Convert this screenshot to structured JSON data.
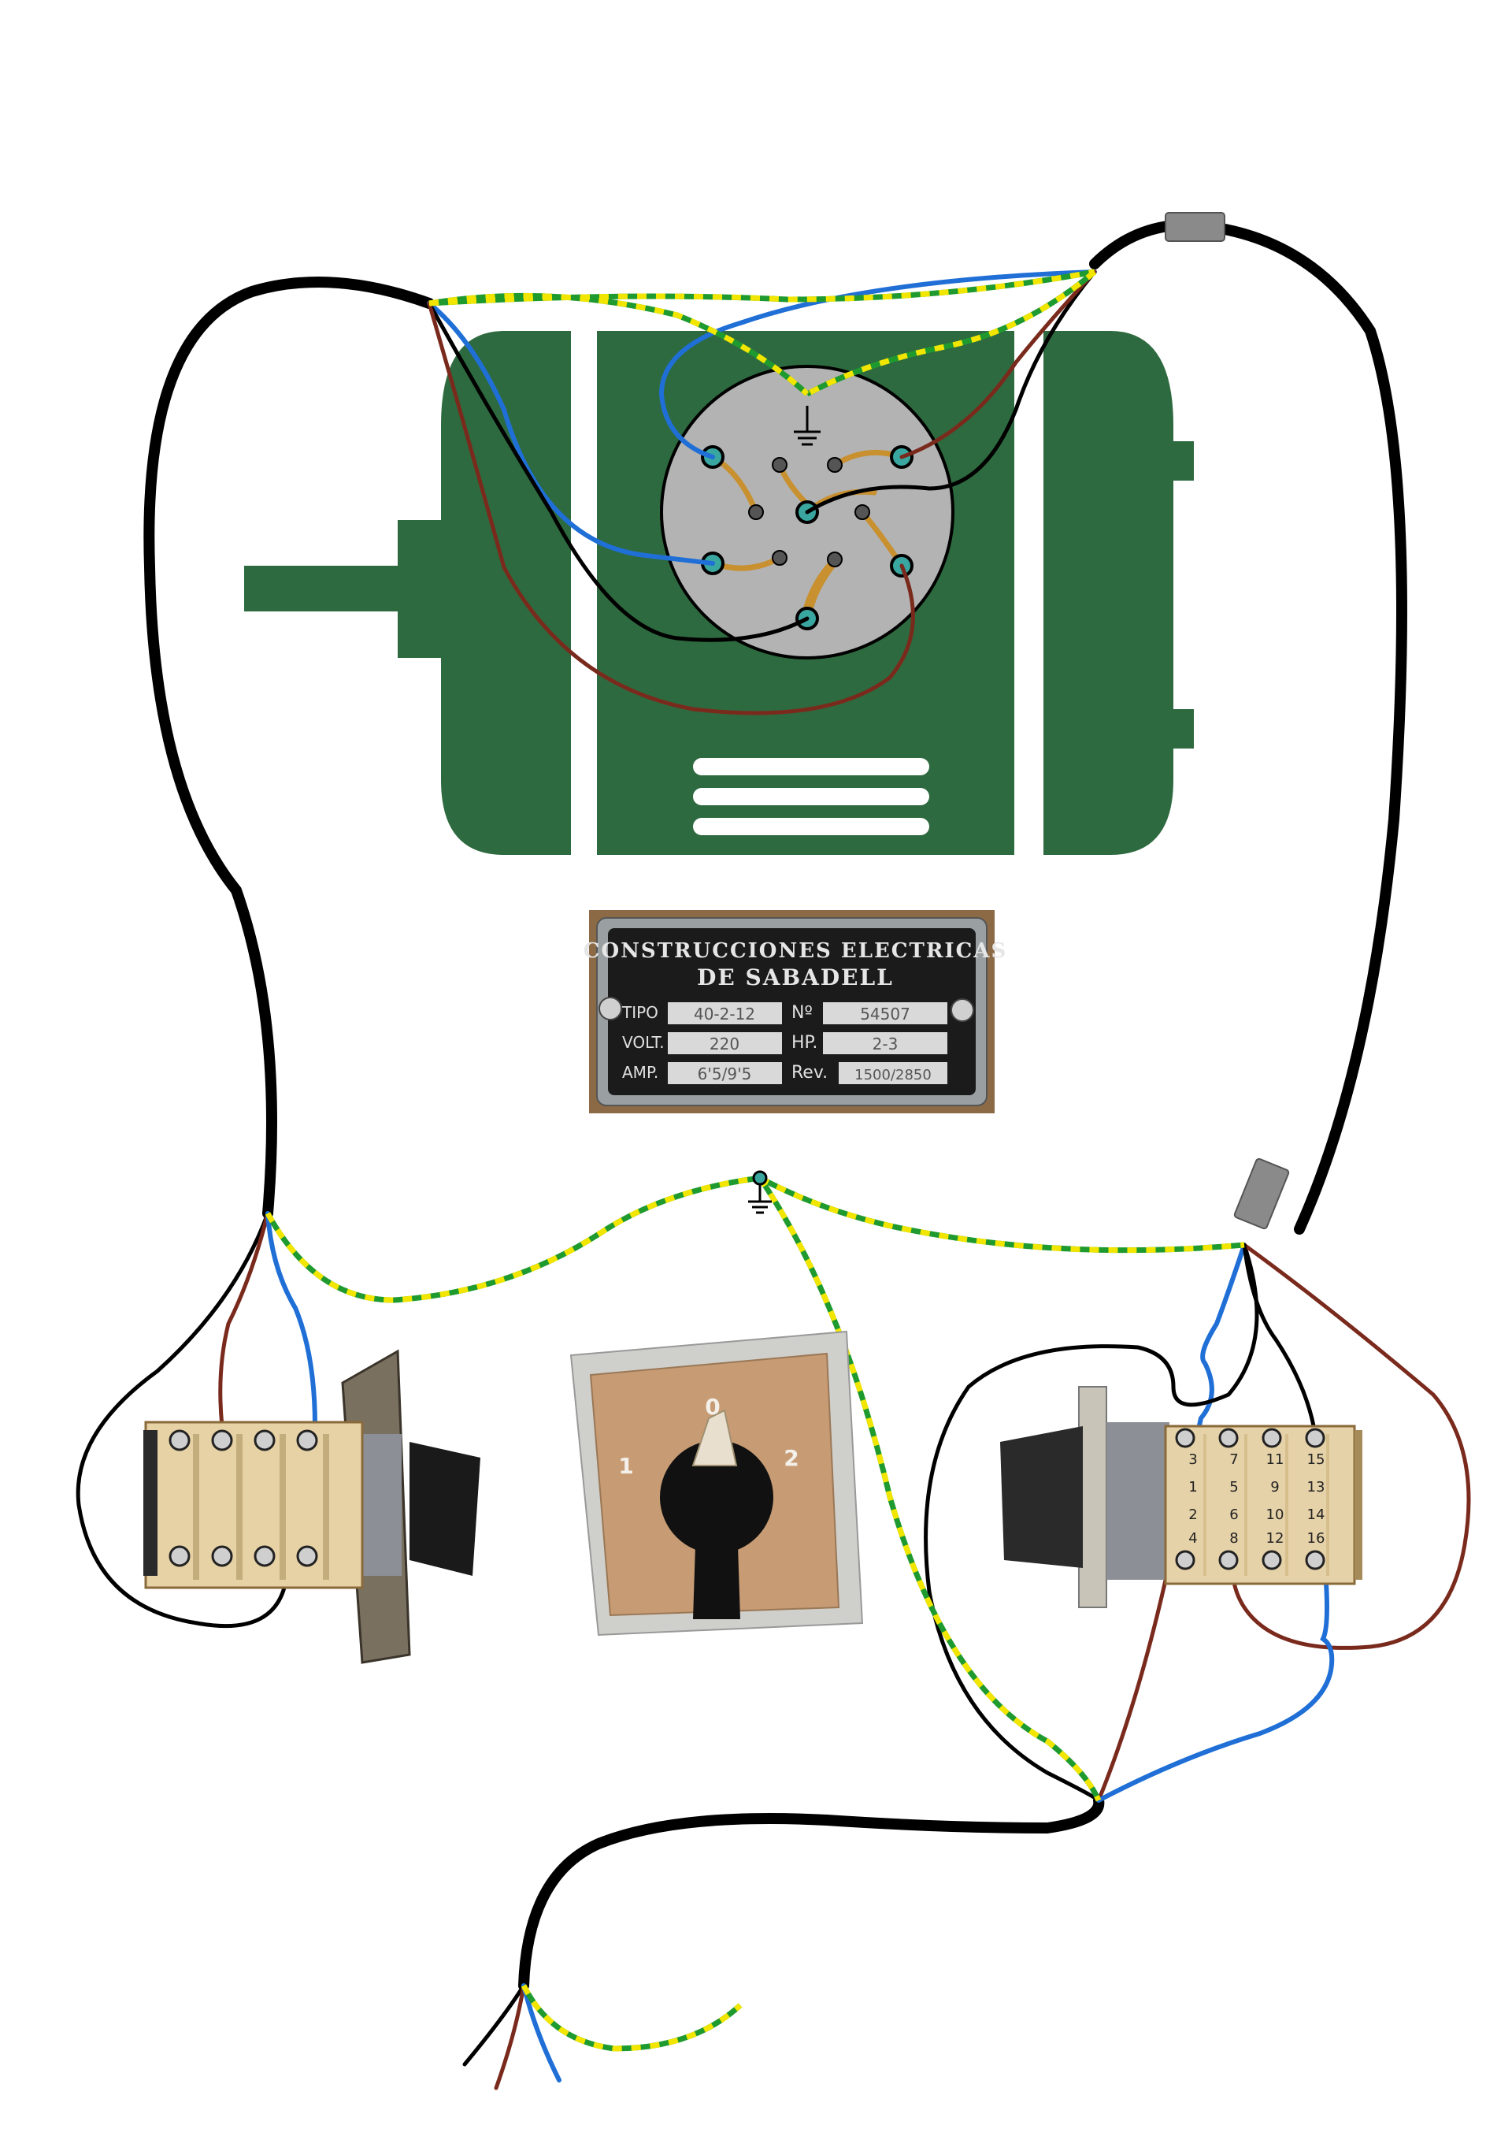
{
  "nameplate": {
    "maker_line1": "CONSTRUCCIONES ELECTRICAS",
    "maker_line2": "DE SABADELL",
    "labels": {
      "tipo": "TIPO",
      "volt": "VOLT.",
      "amp": "AMP.",
      "numero": "Nº",
      "hp": "HP.",
      "rev": "Rev."
    },
    "values": {
      "tipo": "40-2-12",
      "volt": "220",
      "amp": "6'5/9'5",
      "numero": "54507",
      "hp": "2-3",
      "rev": "1500/2850"
    }
  },
  "selector": {
    "position_0": "0",
    "position_1": "1",
    "position_2": "2"
  },
  "drum_switch": {
    "top_numbers": [
      "3",
      "7",
      "11",
      "15"
    ],
    "second_numbers": [
      "1",
      "5",
      "9",
      "13"
    ],
    "third_numbers": [
      "2",
      "6",
      "10",
      "14"
    ],
    "bottom_numbers": [
      "4",
      "8",
      "12",
      "16"
    ]
  },
  "colors": {
    "motor_green": "#2e6a3f",
    "terminal_gray": "#b3b3b3",
    "wire_black": "#000000",
    "wire_blue": "#1f6fd6",
    "wire_brown": "#7a2a1c",
    "wire_ground_green": "#1f9a2f",
    "wire_ground_yellow": "#f2e600",
    "bridge_orange": "#c8902e",
    "terminal_teal": "#3aa6a0"
  }
}
